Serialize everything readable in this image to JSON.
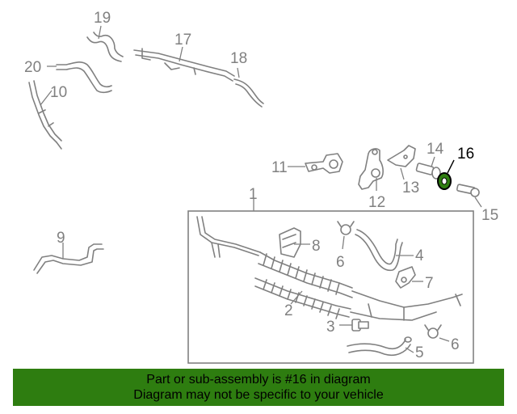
{
  "diagram": {
    "callouts": {
      "c1": "1",
      "c2": "2",
      "c3": "3",
      "c4": "4",
      "c5": "5",
      "c6a": "6",
      "c6b": "6",
      "c7": "7",
      "c8": "8",
      "c9": "9",
      "c10": "10",
      "c11": "11",
      "c12": "12",
      "c13": "13",
      "c14": "14",
      "c15": "15",
      "c16": "16",
      "c17": "17",
      "c18": "18",
      "c19": "19",
      "c20": "20"
    },
    "highlighted_part": "16",
    "highlight_color": "#2e7d10"
  },
  "banner": {
    "line1": "Part or sub-assembly is #16 in diagram",
    "line2": "Diagram may not be specific to your vehicle",
    "background": "#2e7d10"
  }
}
